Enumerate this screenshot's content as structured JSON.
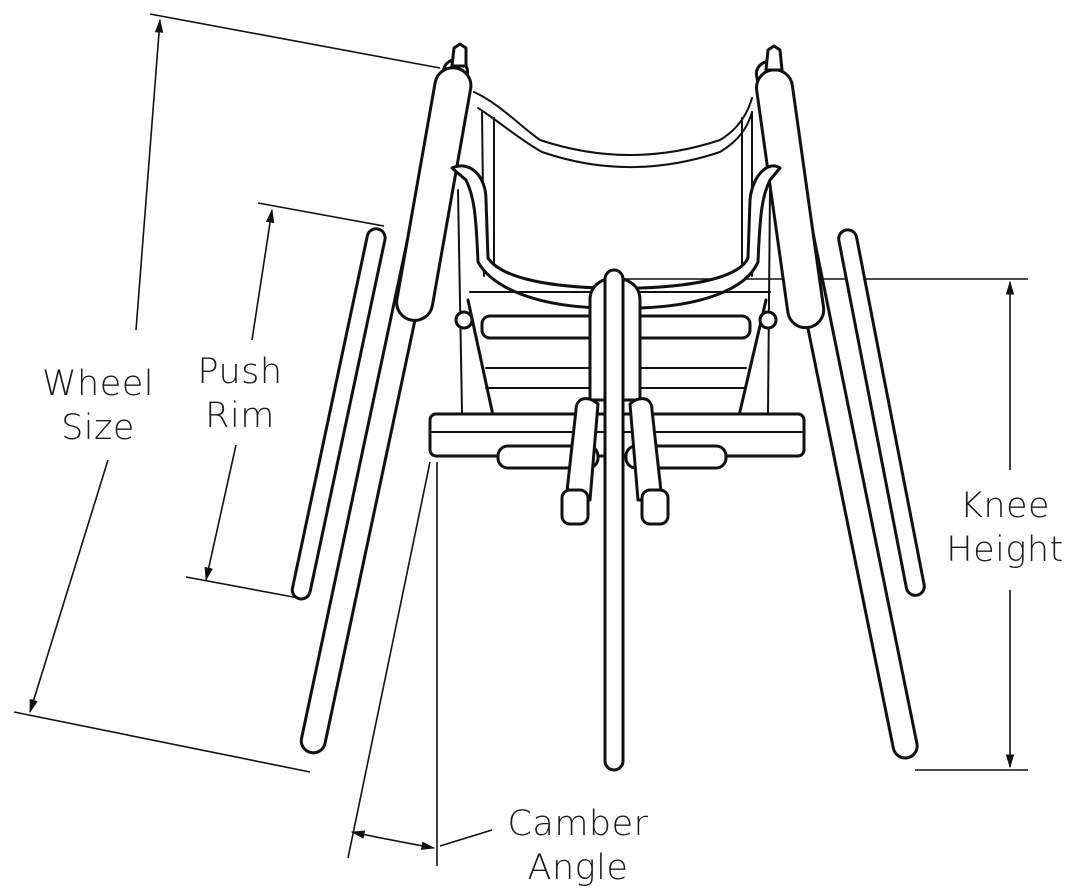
{
  "labels": {
    "wheel_size": [
      "Wheel",
      "Size"
    ],
    "push_rim": [
      "Push",
      "Rim"
    ],
    "knee_height": [
      "Knee",
      "Height"
    ],
    "camber_angle": [
      "Camber",
      "Angle"
    ]
  },
  "colors": {
    "line": "#111111",
    "background": "#ffffff"
  }
}
